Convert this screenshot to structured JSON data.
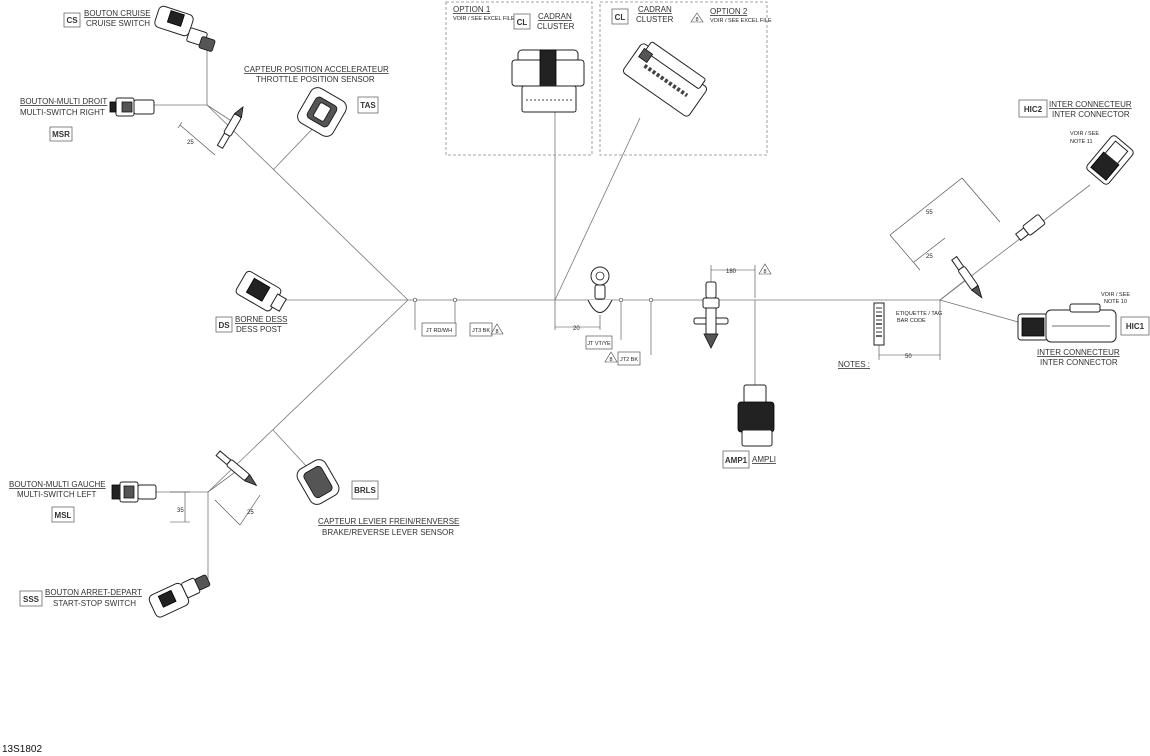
{
  "diagram_code": "13S1802",
  "components": {
    "cs": {
      "tag": "CS",
      "line1": "BOUTON CRUISE",
      "line2": "CRUISE SWITCH"
    },
    "msr": {
      "tag": "MSR",
      "line1": "BOUTON-MULTI DROIT",
      "line2": "MULTI-SWITCH RIGHT"
    },
    "tas": {
      "tag": "TAS",
      "line1": "CAPTEUR POSITION ACCELERATEUR",
      "line2": "THROTTLE POSITION SENSOR"
    },
    "ds": {
      "tag": "DS",
      "line1": "BORNE DESS",
      "line2": "DESS POST"
    },
    "msl": {
      "tag": "MSL",
      "line1": "BOUTON-MULTI GAUCHE",
      "line2": "MULTI-SWITCH LEFT"
    },
    "sss": {
      "tag": "SSS",
      "line1": "BOUTON ARRET-DEPART",
      "line2": "START-STOP SWITCH"
    },
    "brls": {
      "tag": "BRLS",
      "line1": "CAPTEUR LEVIER FREIN/RENVERSE",
      "line2": "BRAKE/REVERSE LEVER SENSOR"
    },
    "cl1": {
      "tag": "CL",
      "option": "OPTION 1",
      "note": "VOIR / SEE EXCEL FILE",
      "line1": "CADRAN",
      "line2": "CLUSTER"
    },
    "cl2": {
      "tag": "CL",
      "option": "OPTION 2",
      "note": "VOIR / SEE EXCEL FILE",
      "line1": "CADRAN",
      "line2": "CLUSTER"
    },
    "hic2": {
      "tag": "HIC2",
      "line1": "INTER CONNECTEUR",
      "line2": "INTER CONNECTOR",
      "note1": "VOIR / SEE",
      "note2": "NOTE 11"
    },
    "hic1": {
      "tag": "HIC1",
      "line1": "INTER CONNECTEUR",
      "line2": "INTER CONNECTOR",
      "note1": "VOIR / SEE",
      "note2": "NOTE 10"
    },
    "amp1": {
      "tag": "AMP1",
      "line1": "AMPLI"
    }
  },
  "splices": {
    "jt_rdwh": "JT RD/WH",
    "jt3_bk": "JT3 BK",
    "jt_vtye": "JT VT/YE",
    "jt2_bk": "JT2 BK"
  },
  "tag_label": {
    "line1": "ETIQUETTE / TAG",
    "line2": "BAR CODE"
  },
  "notes_label": "NOTES :",
  "triangle_mark": "8",
  "dimensions": {
    "d25_msr": "25",
    "d25_msl": "25",
    "d35": "35",
    "d20": "20",
    "d180": "180",
    "d55": "55",
    "d25_hic": "25",
    "d50": "50"
  }
}
